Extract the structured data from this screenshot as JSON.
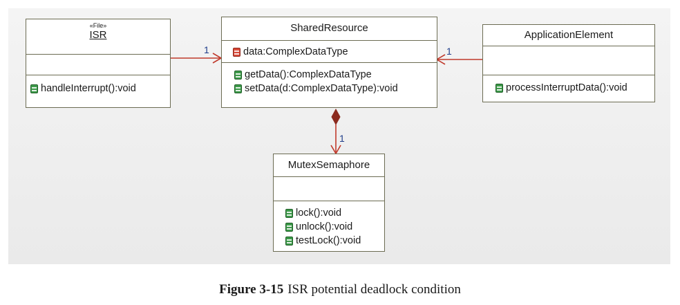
{
  "classes": {
    "isr": {
      "stereotype": "«File»",
      "name": "ISR",
      "operations": [
        "handleInterrupt():void"
      ]
    },
    "shared": {
      "name": "SharedResource",
      "attributes": [
        "data:ComplexDataType"
      ],
      "operations": [
        "getData():ComplexDataType",
        "setData(d:ComplexDataType):void"
      ]
    },
    "app": {
      "name": "ApplicationElement",
      "operations": [
        "processInterruptData():void"
      ]
    },
    "mutex": {
      "name": "MutexSemaphore",
      "operations": [
        "lock():void",
        "unlock():void",
        "testLock():void"
      ]
    }
  },
  "multiplicities": {
    "isr_to_shared": "1",
    "app_to_shared": "1",
    "shared_to_mutex": "1"
  },
  "colors": {
    "association_line": "#c0392b",
    "composition_diamond": "#8b2a1e",
    "class_border": "#6b6b52",
    "multiplicity_text": "#1f3d8a",
    "operation_icon": "#3d9a4a",
    "attribute_icon": "#d84a3a"
  },
  "icons": {
    "operation": "operation-icon",
    "attribute": "attribute-icon"
  },
  "caption": {
    "label": "Figure 3-15",
    "text": "ISR potential deadlock condition"
  }
}
